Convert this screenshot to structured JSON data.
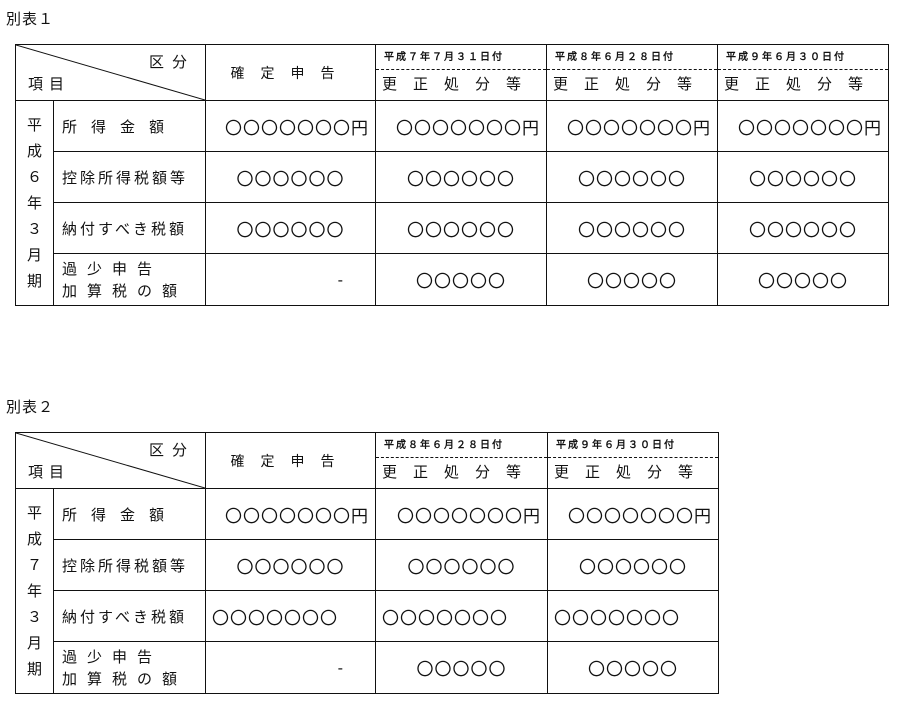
{
  "table1": {
    "caption": "別表１",
    "corner": {
      "kubun": "区分",
      "komoku": "項目"
    },
    "headers": [
      {
        "plain": "確定申告"
      },
      {
        "date": "平成７年７月３１日付",
        "title": "更正処分等"
      },
      {
        "date": "平成８年６月２８日付",
        "title": "更正処分等"
      },
      {
        "date": "平成９年６月３０日付",
        "title": "更正処分等"
      }
    ],
    "period": [
      "平",
      "成",
      "６",
      "年",
      "３",
      "月",
      "期"
    ],
    "rows": [
      {
        "label": "所得金額",
        "values": [
          "〇〇〇〇〇〇〇円",
          "〇〇〇〇〇〇〇円",
          "〇〇〇〇〇〇〇円",
          "〇〇〇〇〇〇〇円"
        ]
      },
      {
        "label": "控除所得税額等",
        "values": [
          "〇〇〇〇〇〇",
          "〇〇〇〇〇〇",
          "〇〇〇〇〇〇",
          "〇〇〇〇〇〇"
        ]
      },
      {
        "label": "納付すべき税額",
        "values": [
          "〇〇〇〇〇〇",
          "〇〇〇〇〇〇",
          "〇〇〇〇〇〇",
          "〇〇〇〇〇〇"
        ]
      },
      {
        "label1": "過少申告",
        "label2": "加算税の額",
        "values": [
          "-",
          "〇〇〇〇〇",
          "〇〇〇〇〇",
          "〇〇〇〇〇"
        ]
      }
    ]
  },
  "table2": {
    "caption": "別表２",
    "corner": {
      "kubun": "区分",
      "komoku": "項目"
    },
    "headers": [
      {
        "plain": "確定申告"
      },
      {
        "date": "平成８年６月２８日付",
        "title": "更正処分等"
      },
      {
        "date": "平成９年６月３０日付",
        "title": "更正処分等"
      }
    ],
    "period": [
      "平",
      "成",
      "７",
      "年",
      "３",
      "月",
      "期"
    ],
    "rows": [
      {
        "label": "所得金額",
        "values": [
          "〇〇〇〇〇〇〇円",
          "〇〇〇〇〇〇〇円",
          "〇〇〇〇〇〇〇円"
        ]
      },
      {
        "label": "控除所得税額等",
        "values": [
          "〇〇〇〇〇〇",
          "〇〇〇〇〇〇",
          "〇〇〇〇〇〇"
        ]
      },
      {
        "label": "納付すべき税額",
        "values": [
          "〇〇〇〇〇〇〇",
          "〇〇〇〇〇〇〇",
          "〇〇〇〇〇〇〇"
        ]
      },
      {
        "label1": "過少申告",
        "label2": "加算税の額",
        "values": [
          "-",
          "〇〇〇〇〇",
          "〇〇〇〇〇"
        ]
      }
    ]
  }
}
